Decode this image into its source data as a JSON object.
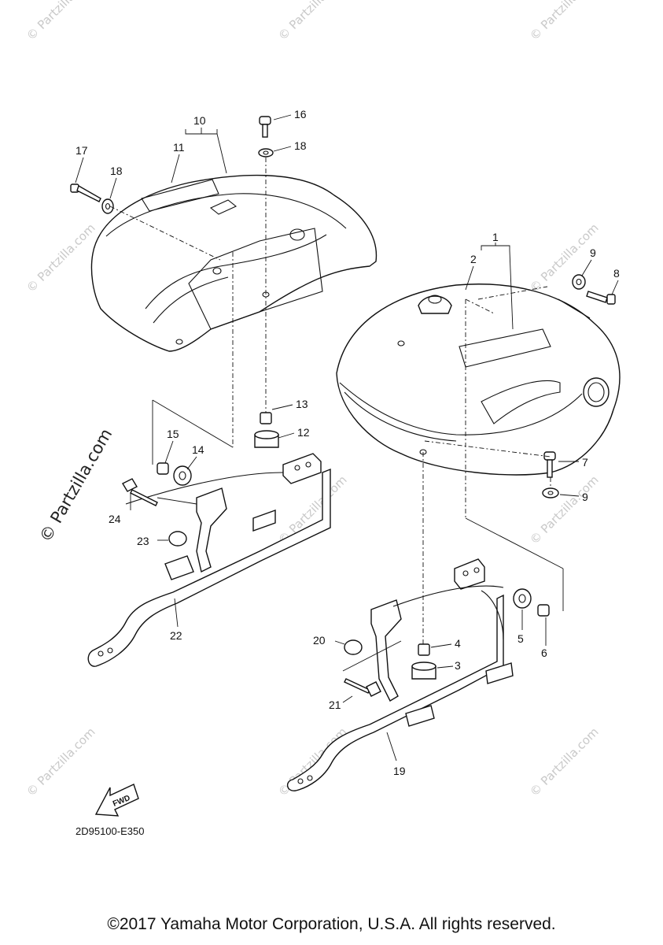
{
  "watermark": {
    "text": "© Partzilla.com"
  },
  "diagram": {
    "code": "2D95100-E350",
    "fwd_label": "FWD",
    "callouts": {
      "c1": "1",
      "c2": "2",
      "c3": "3",
      "c4": "4",
      "c5": "5",
      "c6": "6",
      "c7": "7",
      "c8": "8",
      "c9a": "9",
      "c9b": "9",
      "c10": "10",
      "c11": "11",
      "c12": "12",
      "c13": "13",
      "c14": "14",
      "c15": "15",
      "c16": "16",
      "c17": "17",
      "c18a": "18",
      "c18b": "18",
      "c19": "19",
      "c20": "20",
      "c21": "21",
      "c22": "22",
      "c23": "23",
      "c24": "24"
    }
  },
  "footer": {
    "copyright": "©2017 Yamaha Motor Corporation, U.S.A. All rights reserved."
  }
}
